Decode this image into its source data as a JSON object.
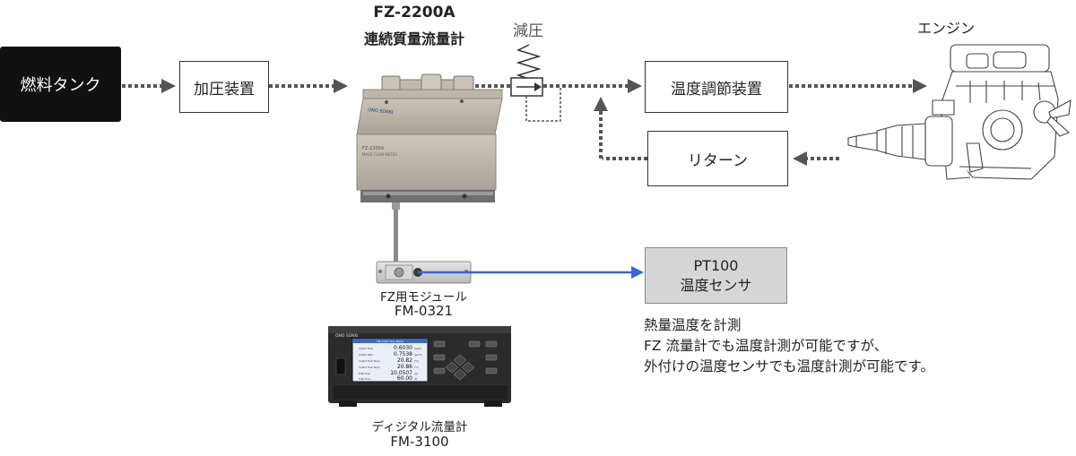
{
  "boxes": {
    "fuel_tank": "燃料タンク",
    "pressurizer": "加圧装置",
    "temp_control": "温度調節装置",
    "return_unit": "リターン",
    "pt100_line1": "PT100",
    "pt100_line2": "温度センサ"
  },
  "labels": {
    "flowmeter_model": "FZ-2200A",
    "flowmeter_name": "連続質量流量計",
    "pressure_reduction": "減圧",
    "engine": "エンジン",
    "module_name": "FZ用モジュール",
    "module_model": "FM-0321",
    "display_name": "ディジタル流量計",
    "display_model": "FM-3100"
  },
  "device": {
    "brand": "ONO SOKKI",
    "plate_model": "FZ-2200A",
    "plate_sub": "MASS FLOW METER",
    "screen_title": "FM-3100  Flow Meter",
    "screen_rows": [
      {
        "name": "Instant Flow",
        "value": "0.6030",
        "unit": "[kg/h]"
      },
      {
        "name": "Instant Rate",
        "value": "0.7538",
        "unit": "[g/cm³]"
      },
      {
        "name": "Instant Flow Temp",
        "value": "20.82",
        "unit": "[°C]"
      },
      {
        "name": "Instant Flow Temp",
        "value": "20.86",
        "unit": "[°C]"
      },
      {
        "name": "Total Flow",
        "value": "10.0507",
        "unit": "[g]"
      },
      {
        "name": "Total Time",
        "value": "60.00",
        "unit": "[s]"
      }
    ]
  },
  "note": {
    "line1": "熱量温度を計測",
    "line2": "FZ 流量計でも温度計測が可能ですが、",
    "line3": "外付けの温度センサでも温度計測が可能です。"
  },
  "colors": {
    "flow_line": "#555555",
    "signal_line": "#3366dd",
    "dark_box": "#111111",
    "sensor_box": "#d6d6d6"
  }
}
